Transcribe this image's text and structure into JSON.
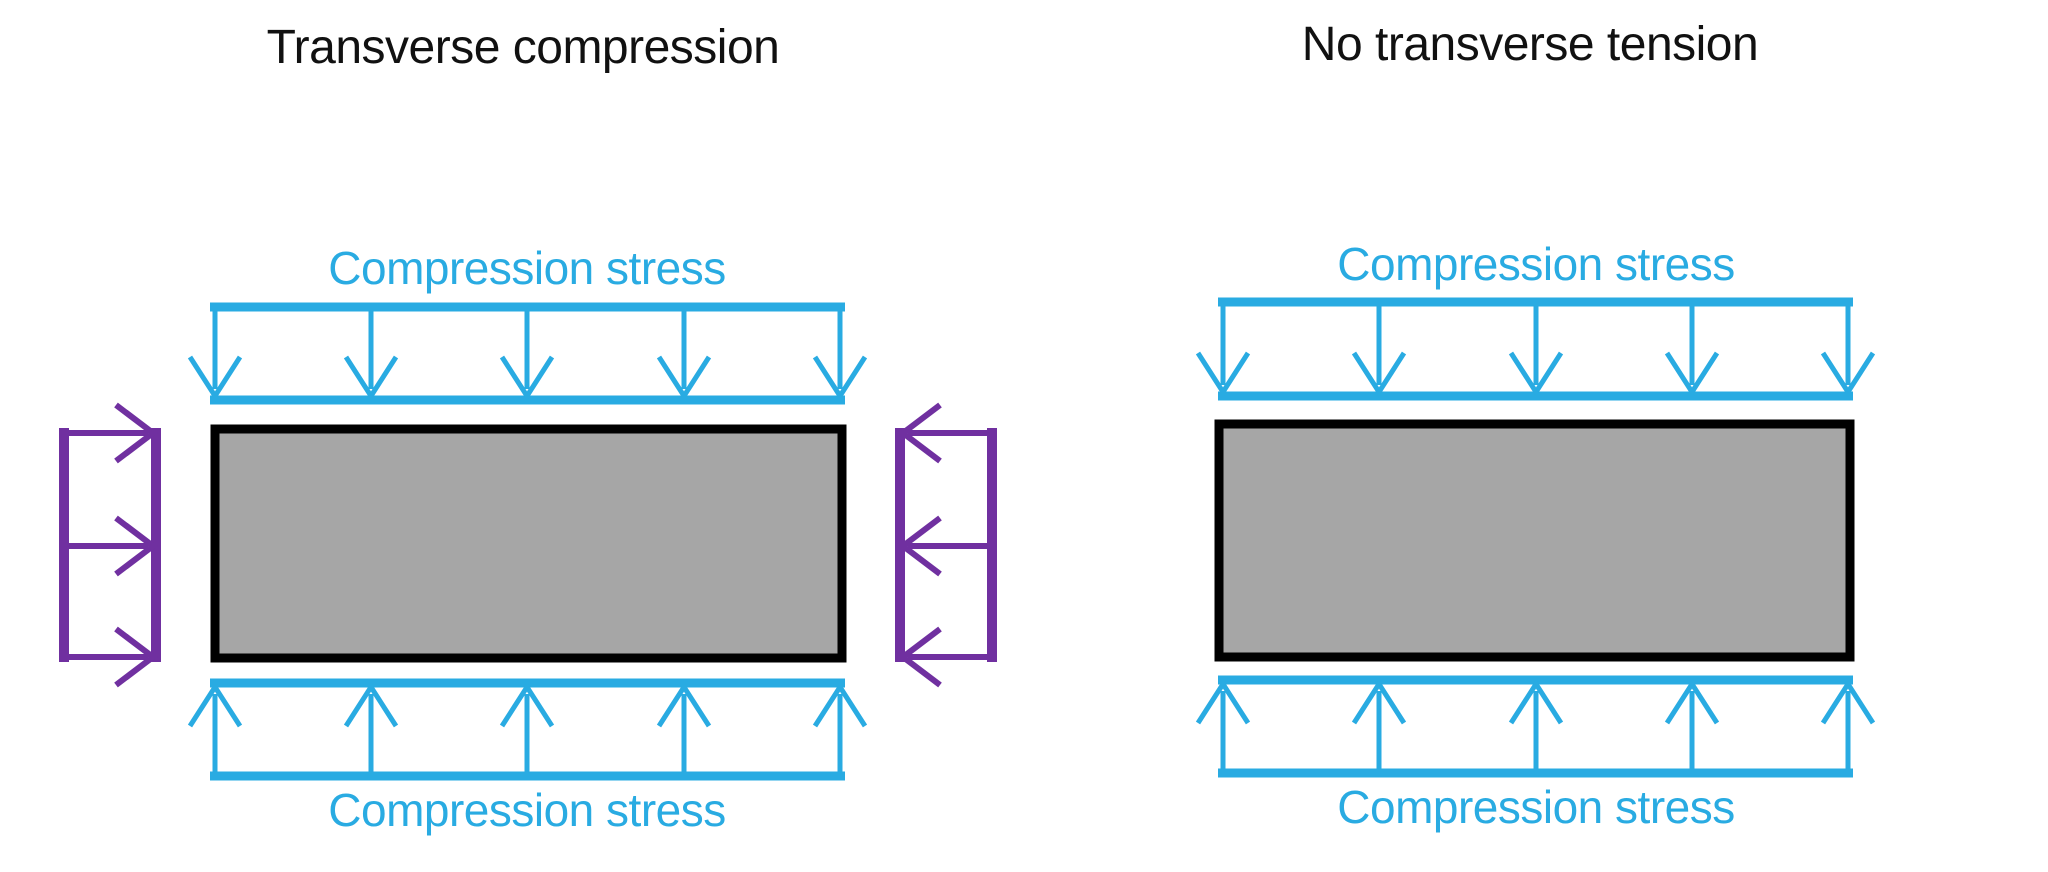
{
  "colors": {
    "cyan": "#29ABE2",
    "purple": "#7030A0",
    "block_fill": "#A6A6A6",
    "block_border": "#000000",
    "title_color": "#111111",
    "background": "#FFFFFF"
  },
  "left_panel": {
    "title": "Transverse compression",
    "top_label": "Compression stress",
    "bottom_label": "Compression stress"
  },
  "right_panel": {
    "title": "No transverse tension",
    "top_label": "Compression stress",
    "bottom_label": "Compression stress"
  }
}
